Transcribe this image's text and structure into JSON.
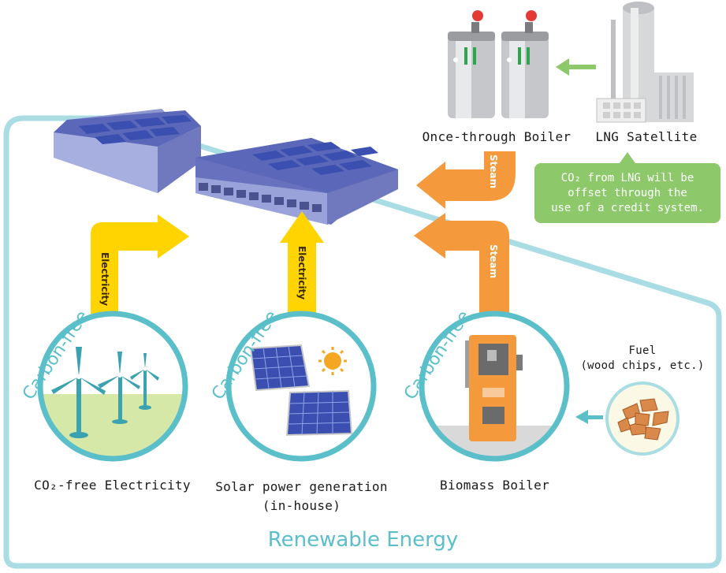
{
  "labels": {
    "once_through_boiler": "Once-through Boiler",
    "lng_satellite": "LNG Satellite",
    "co2_note_line1": "CO₂ from LNG will be",
    "co2_note_line2": "offset through the",
    "co2_note_line3": "use of a credit system.",
    "steam_upper": "Steam",
    "steam_lower": "Steam",
    "electricity_left": "Electricity",
    "electricity_mid": "Electricity",
    "carbon_free_1": "Carbon-free",
    "carbon_free_2": "Carbon-free",
    "carbon_free_3": "Carbon-free",
    "co2_free_electricity": "CO₂-free Electricity",
    "solar_line1": "Solar power generation",
    "solar_line2": "(in-house)",
    "biomass_boiler": "Biomass Boiler",
    "fuel_line1": "Fuel",
    "fuel_line2": "(wood chips, etc.)",
    "renewable_energy": "Renewable Energy"
  },
  "colors": {
    "teal": "#5bbfca",
    "yellow_arrow": "#ffd400",
    "orange_arrow": "#f49a3c",
    "green_note": "#8dc86a",
    "factory_blue": "#5b67b8",
    "panel_blue": "#3a4fb0"
  }
}
